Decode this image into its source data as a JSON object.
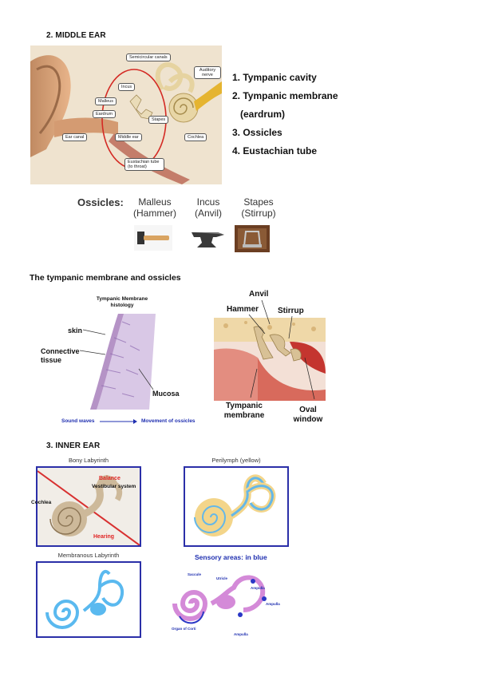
{
  "middle_ear": {
    "heading": "2.  MIDDLE EAR",
    "callouts": {
      "semicircular": "Semicircular canals",
      "auditory": "Auditory nerve",
      "incus": "Incus",
      "malleus": "Malleus",
      "eardrum": "Eardrum",
      "stapes": "Stapes",
      "ear_canal": "Ear canal",
      "middle_ear": "Middle ear",
      "cochlea": "Cochlea",
      "eustachian": "Eustachian tube (to throat)"
    },
    "list": [
      "1. Tympanic cavity",
      "2. Tympanic membrane",
      "(eardrum)",
      "3. Ossicles",
      "4. Eustachian tube"
    ],
    "ossicles_title": "Ossicles:",
    "ossicles": [
      {
        "name": "Malleus",
        "common": "(Hammer)"
      },
      {
        "name": "Incus",
        "common": "(Anvil)"
      },
      {
        "name": "Stapes",
        "common": "(Stirrup)"
      }
    ]
  },
  "tympanic": {
    "heading": "The tympanic membrane and ossicles",
    "histology_title": "Tympanic Membrane histology",
    "skin": "skin",
    "connective": "Connective tissue",
    "mucosa": "Mucosa",
    "sound_waves": "Sound waves",
    "movement": "Movement of ossicles",
    "anvil": "Anvil",
    "hammer": "Hammer",
    "stirrup": "Stirrup",
    "tympanic_membrane": "Tympanic membrane",
    "oval_window": "Oval window"
  },
  "inner_ear": {
    "heading": "3.  INNER EAR",
    "bony_title": "Bony Labyrinth",
    "balance": "Balance",
    "vestibular": "Vestibular system",
    "cochlea": "Cochlea",
    "hearing": "Hearing",
    "perilymph_title": "Perilymph (yellow)",
    "membranous_title": "Membranous Labyrinth",
    "sensory_title": "Sensory areas: in blue",
    "saccule": "Saccule",
    "utricle": "Utricle",
    "ampulla1": "Ampulla",
    "ampulla2": "Ampulla",
    "ampulla3": "Ampulla",
    "organ_corti": "Organ of Corti"
  }
}
